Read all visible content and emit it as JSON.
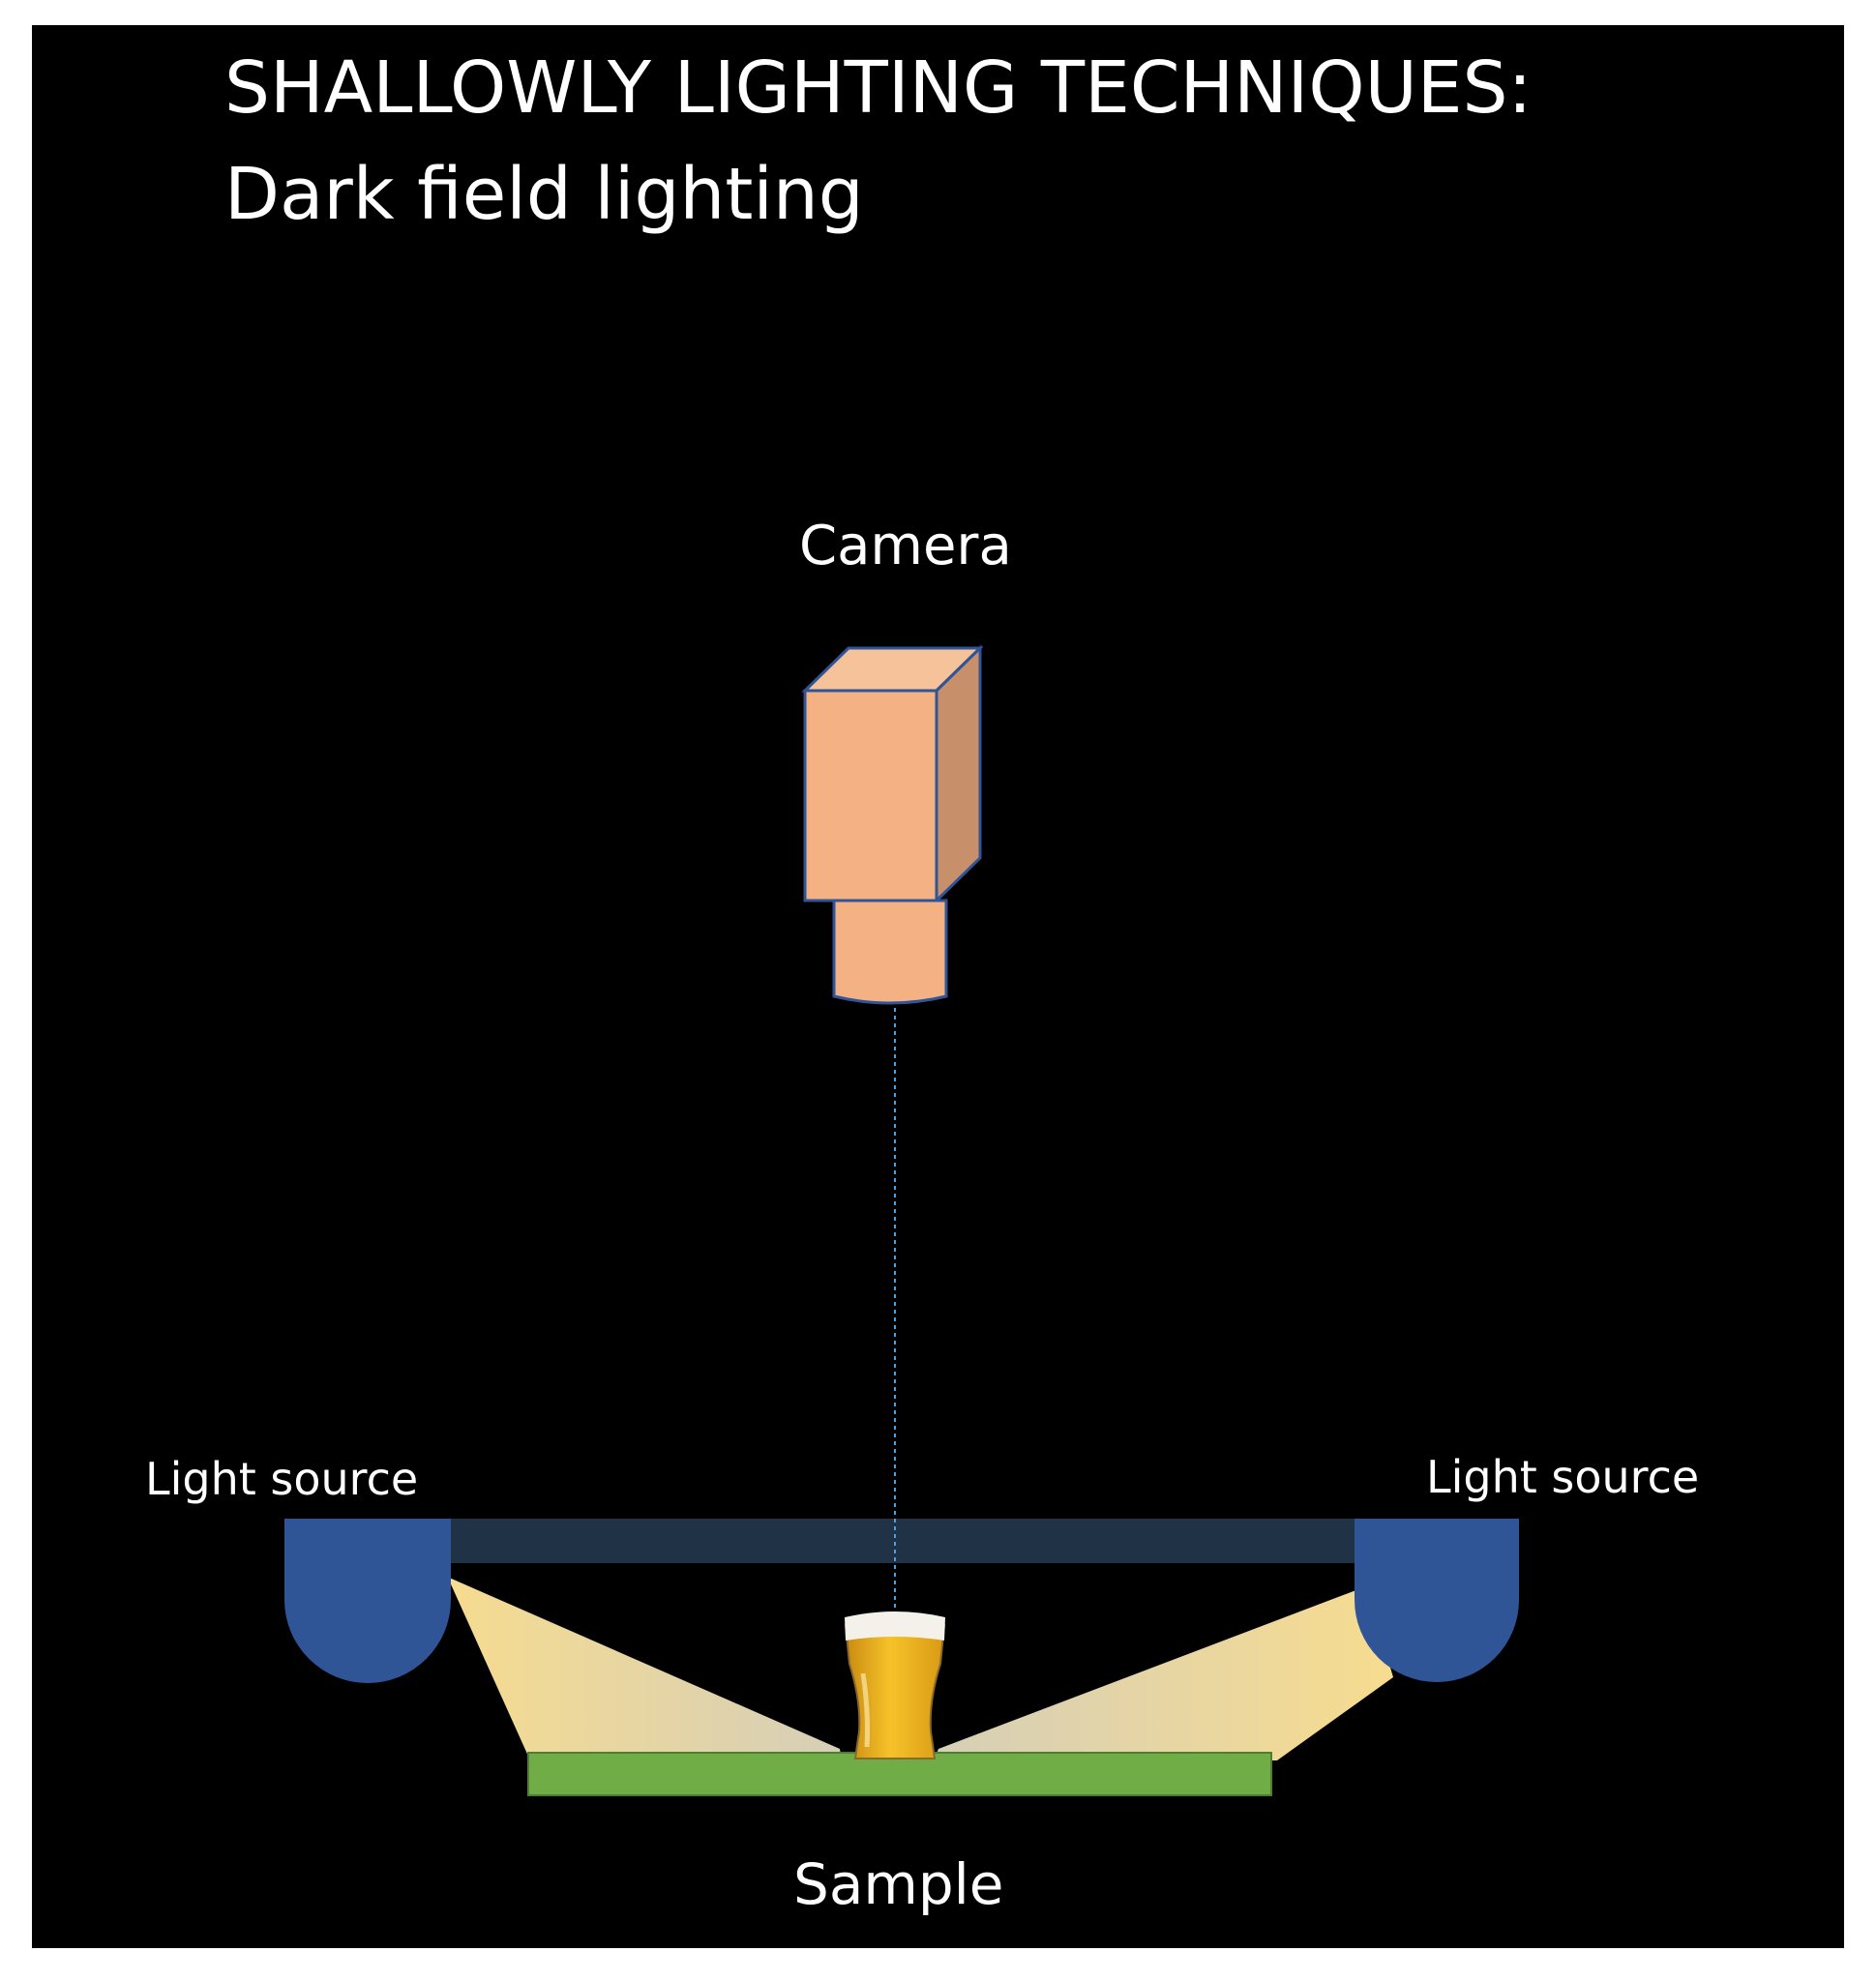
{
  "title": {
    "line1": "SHALLOWLY LIGHTING TECHNIQUES:",
    "line2": "Dark field lighting"
  },
  "labels": {
    "camera": "Camera",
    "light_source_left": "Light source",
    "light_source_right": "Light source",
    "sample": "Sample"
  },
  "colors": {
    "background": "#000000",
    "camera_front": "#f4b183",
    "camera_side": "#c8906a",
    "camera_outline": "#2f5597",
    "light_source": "#2f5597",
    "light_bar": "#203346",
    "light_beam": "#f7dc8f",
    "sample_plate": "#70ad47",
    "optical_axis": "#5b9bd5"
  },
  "icons": {
    "sample_object": "beer-glass-icon"
  }
}
